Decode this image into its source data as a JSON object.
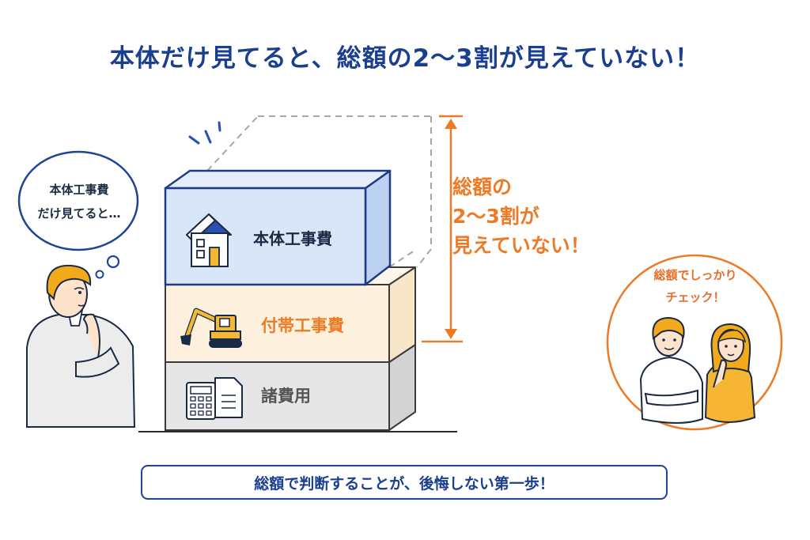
{
  "title": "本体だけ見てると、総額の2〜3割が見えていない！",
  "thought_bubble": {
    "line1": "本体工事費",
    "line2": "だけ見てると…"
  },
  "blocks": {
    "main": {
      "label": "本体工事費",
      "icon": "house-icon",
      "color": "#d9e6f7"
    },
    "ancillary": {
      "label": "付帯工事費",
      "icon": "excavator-icon",
      "color": "#fdf0dc"
    },
    "misc": {
      "label": "諸費用",
      "icon": "calculator-document-icon",
      "color": "#e6e6e6"
    }
  },
  "annotation": {
    "line1": "総額の",
    "line2": "2〜3割が",
    "line3": "見えていない！"
  },
  "check_bubble": {
    "line1": "総額でしっかり",
    "line2": "チェック！"
  },
  "banner": "総額で判断することが、後悔しない第一歩！",
  "colors": {
    "navy": "#1b3f8f",
    "orange": "#ee7a26",
    "blue_block": "#d9e6f7",
    "cream_block": "#fdf0dc",
    "gray_block": "#e6e6e6"
  }
}
